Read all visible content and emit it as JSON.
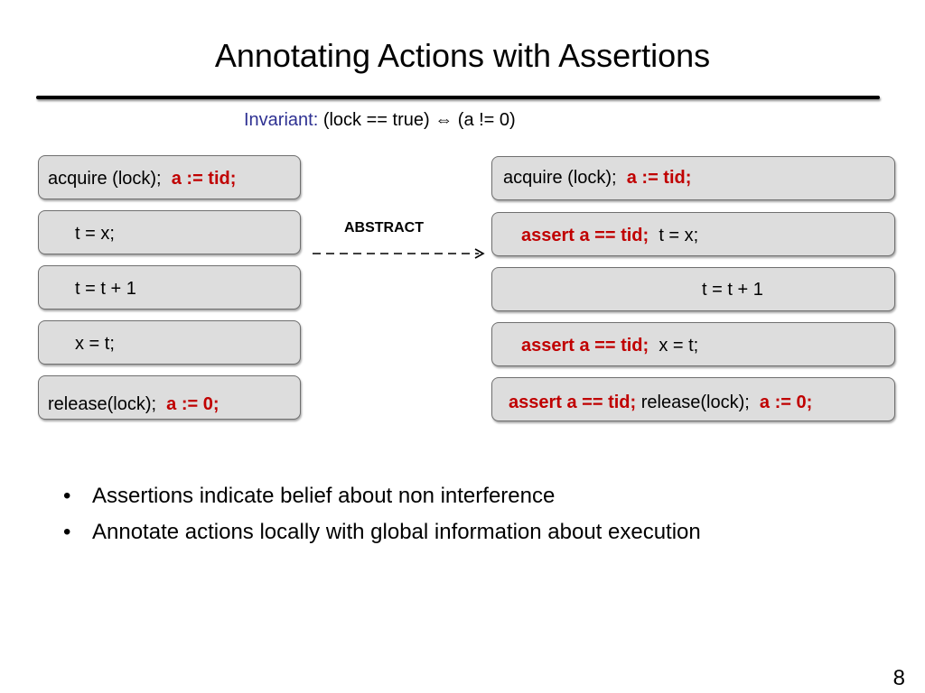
{
  "title": "Annotating Actions with Assertions",
  "invariant": {
    "label": "Invariant:",
    "expr_left": "(lock == true)",
    "iff_symbol": "⇔",
    "expr_right": "(a != 0)"
  },
  "left_boxes": [
    {
      "code": "acquire (lock);",
      "annotation": "a := tid;"
    },
    {
      "code": "t = x;"
    },
    {
      "code": "t = t + 1"
    },
    {
      "code": "x = t;"
    },
    {
      "code": "release(lock);",
      "annotation": "a := 0;"
    }
  ],
  "abstract_label": "ABSTRACT",
  "right_boxes": [
    {
      "code": "acquire (lock);",
      "annotation": "a := tid;"
    },
    {
      "assertion": "assert  a == tid;",
      "code": "t  = x;"
    },
    {
      "code": "t = t + 1"
    },
    {
      "assertion": "assert  a == tid;",
      "code": "x = t;"
    },
    {
      "assertion": "assert a == tid;",
      "code": "release(lock);",
      "annotation": "a := 0;"
    }
  ],
  "bullets": [
    "Assertions indicate belief about non interference",
    "Annotate actions locally with global information about execution"
  ],
  "bullet_char": "•",
  "page_number": "8",
  "colors": {
    "assertion_red": "#c00000",
    "invariant_blue": "#2e3192",
    "box_fill": "#dddddd"
  }
}
